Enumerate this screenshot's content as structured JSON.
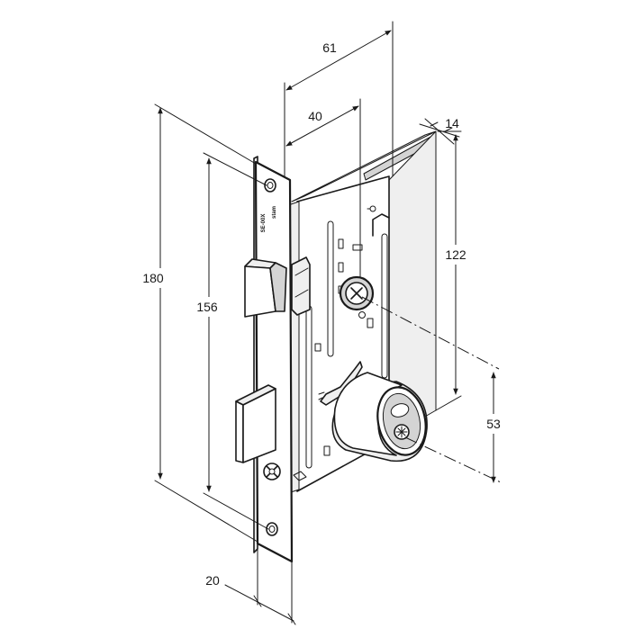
{
  "dimensions": {
    "overall_height": "180",
    "screw_spacing": "156",
    "total_depth": "61",
    "backset": "40",
    "case_thickness": "14",
    "case_height": "122",
    "center_distance": "53",
    "faceplate_width": "20"
  },
  "brand": {
    "logo": "stam",
    "model": "SE-00X"
  },
  "colors": {
    "line": "#1a1a1a",
    "background": "#ffffff",
    "shade_light": "#efefef",
    "shade_mid": "#d4d4d4"
  }
}
